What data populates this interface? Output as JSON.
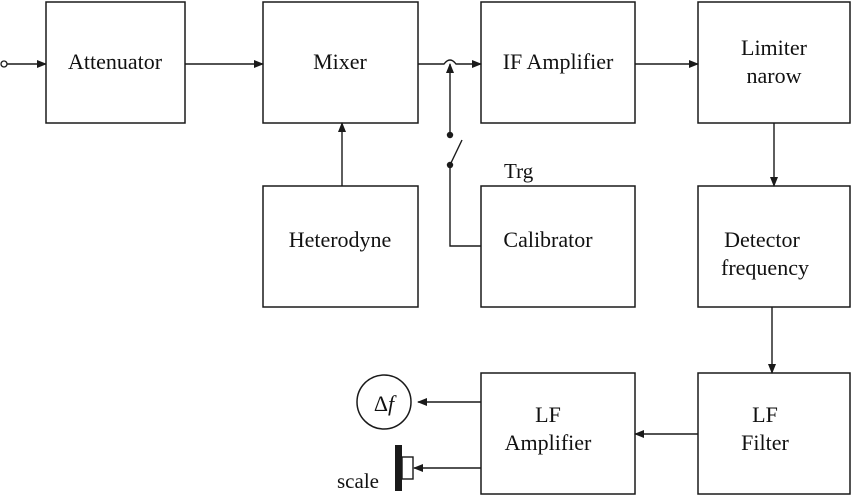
{
  "blocks": {
    "attenuator": "Attenuator",
    "mixer": "Mixer",
    "if_amplifier": "IF Amplifier",
    "limiter": [
      "Limiter",
      "narow"
    ],
    "heterodyne": "Heterodyne",
    "calibrator": "Calibrator",
    "detector": [
      "Detector",
      "frequency"
    ],
    "lf_filter": [
      "LF",
      "Filter"
    ],
    "lf_amplifier": [
      "LF",
      "Amplifier"
    ]
  },
  "labels": {
    "trigger": "Trg",
    "delta_f_symbol": "Δ",
    "delta_f_var": "f",
    "scale": "scale"
  }
}
